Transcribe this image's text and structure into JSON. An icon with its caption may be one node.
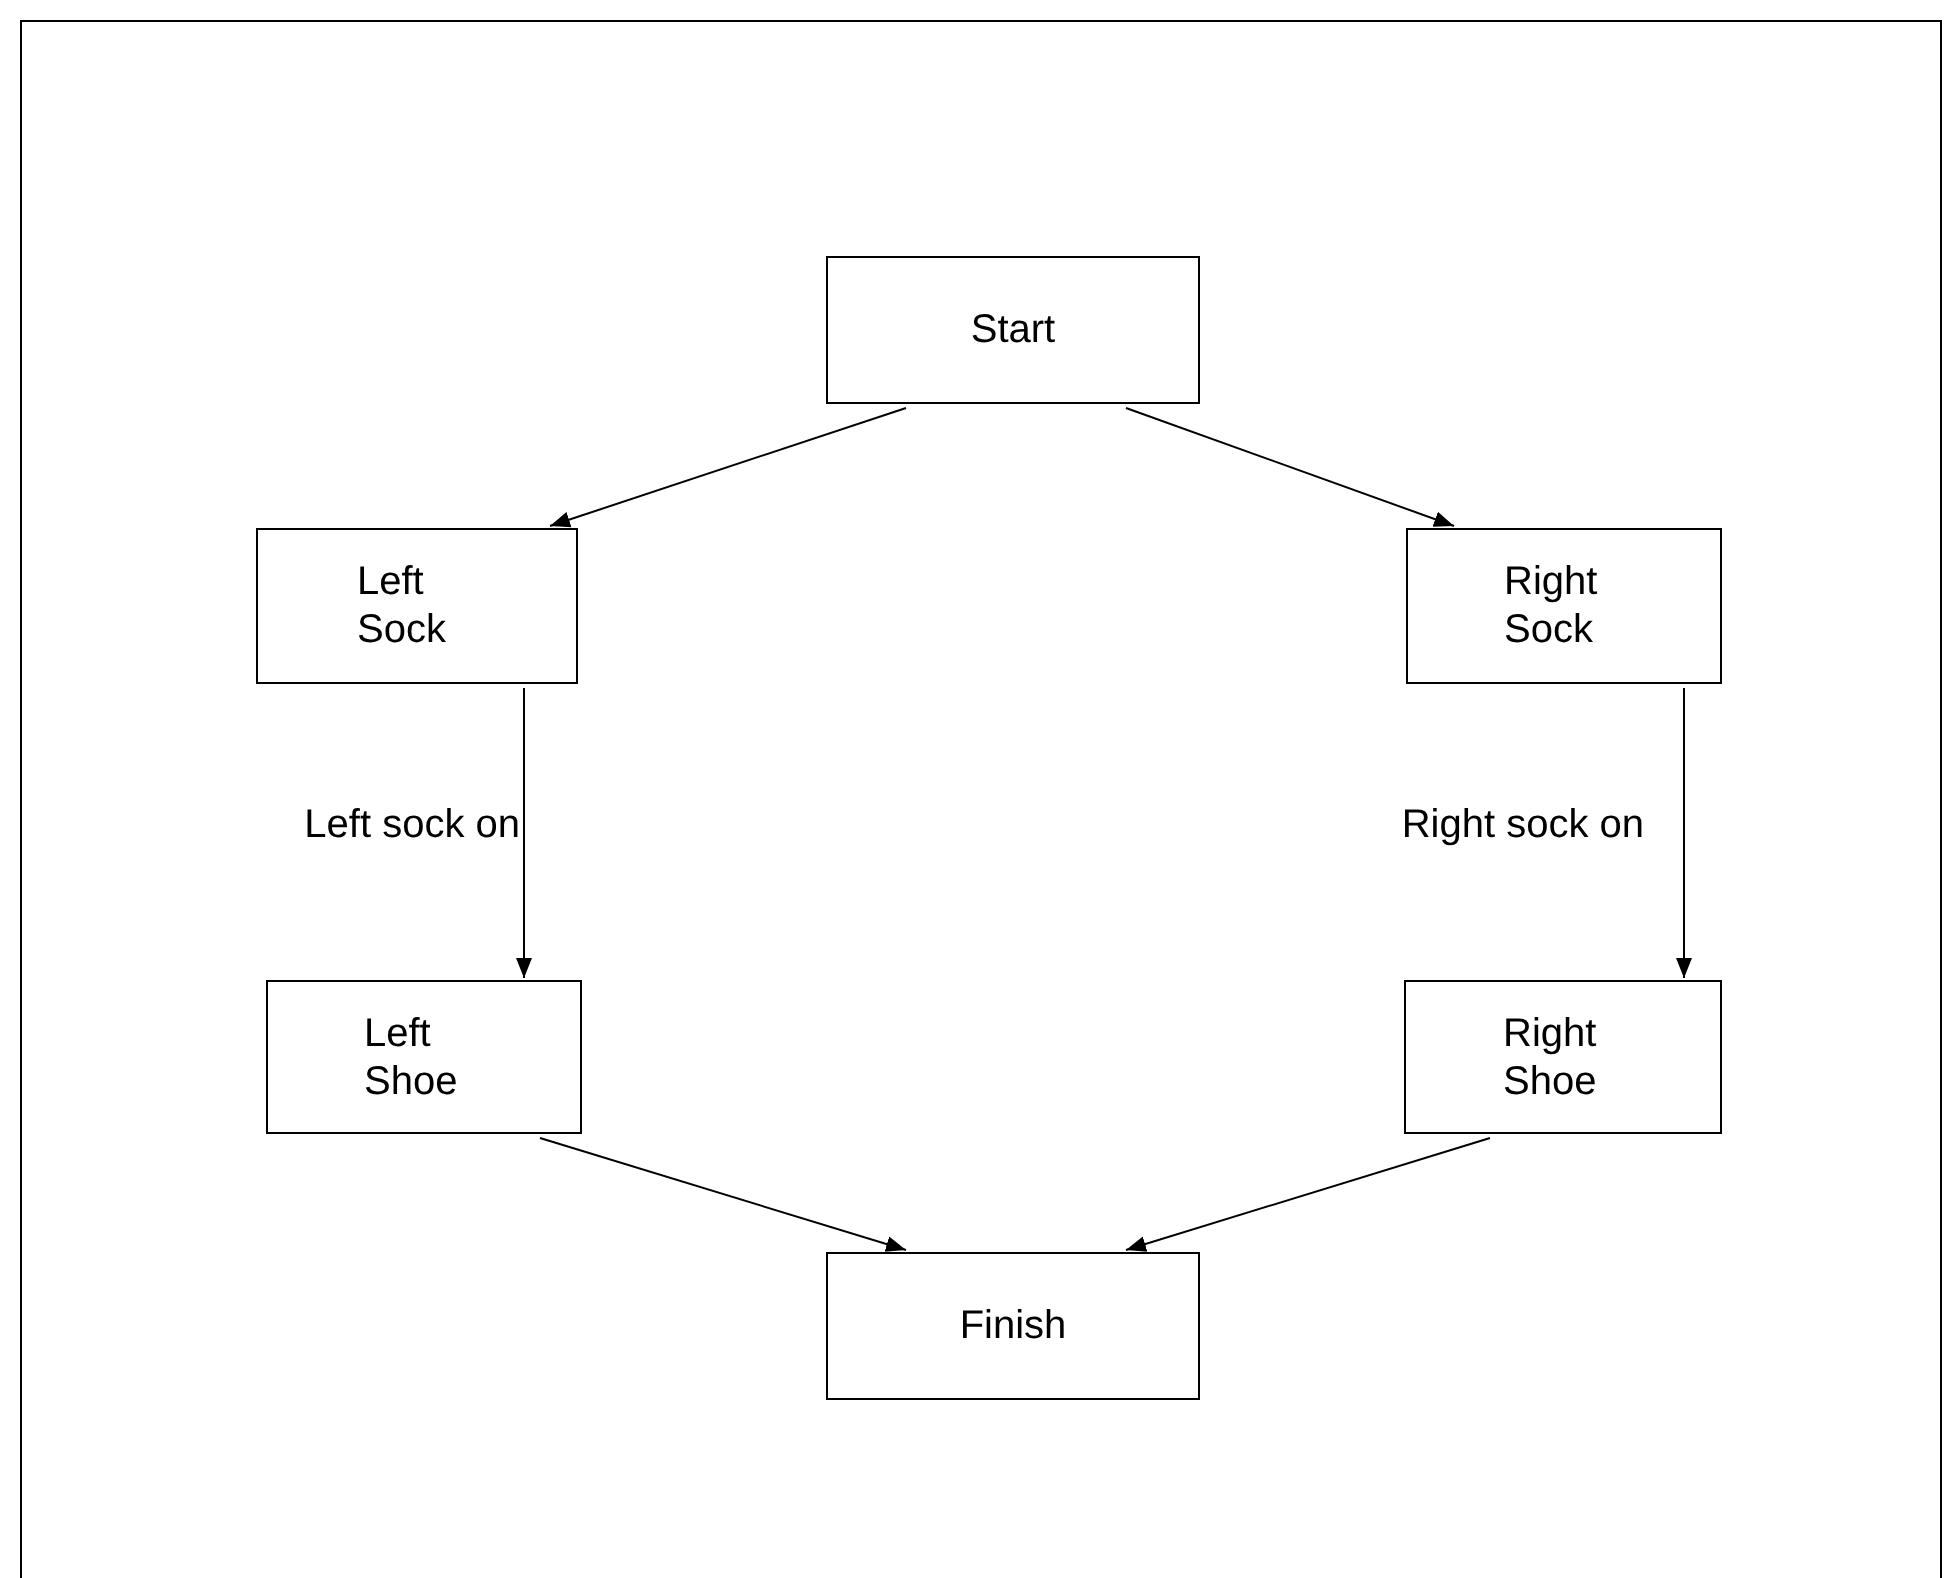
{
  "diagram": {
    "nodes": [
      {
        "text": [
          "Start"
        ]
      },
      {
        "text": [
          "Left Sock"
        ]
      },
      {
        "text": [
          "Right Sock"
        ]
      },
      {
        "text": [
          "Left Shoe"
        ]
      },
      {
        "text": [
          "Right Shoe"
        ]
      },
      {
        "text": [
          "Finish"
        ]
      }
    ],
    "edges": [
      {
        "from": 0,
        "to": 1,
        "arrow": "to"
      },
      {
        "from": 0,
        "to": 2,
        "arrow": "to"
      },
      {
        "from": 1,
        "to": 3,
        "arrow": "to",
        "label": "Left sock on"
      },
      {
        "from": 2,
        "to": 4,
        "arrow": "to",
        "label": "Right sock on"
      },
      {
        "from": 3,
        "to": 5,
        "arrow": "to"
      },
      {
        "from": 4,
        "to": 5,
        "arrow": "to"
      }
    ]
  }
}
